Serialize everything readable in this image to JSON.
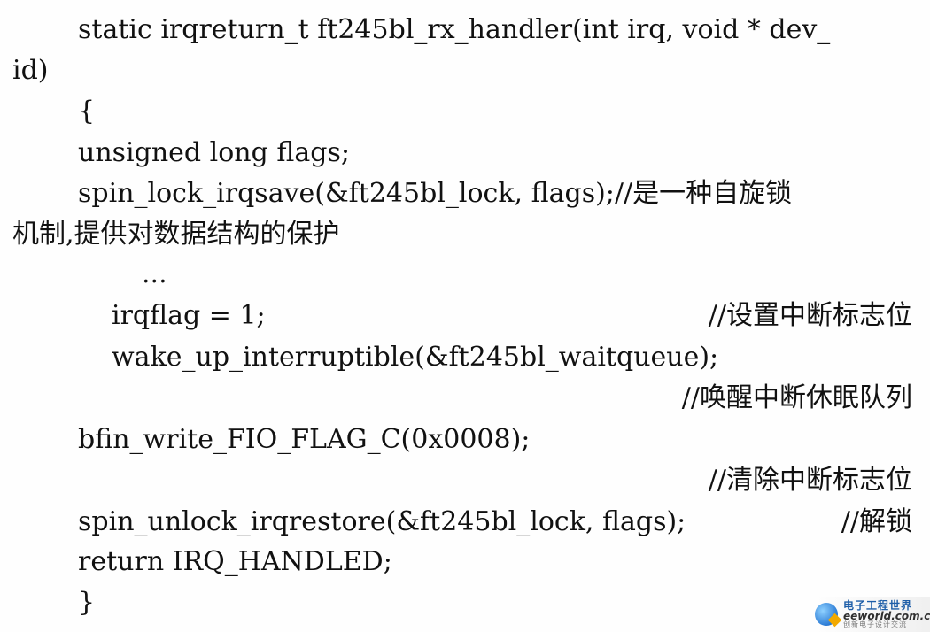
{
  "code_lines": [
    "static irqreturn_t ft245bl_rx_handler(int irq, void * dev_",
    "id)",
    "{",
    "unsigned long flags;",
    "spin_lock_irqsave(&ft245bl_lock, flags);//是一种自旋锁",
    "机制,提供对数据结构的保护",
    "...",
    "irqflag = 1;",
    "//设置中断标志位",
    "wake_up_interruptible(&ft245bl_waitqueue);",
    "//唤醒中断休眠队列",
    "bfin_write_FIO_FLAG_C(0x0008);",
    "//清除中断标志位",
    "spin_unlock_irqrestore(&ft245bl_lock, flags);",
    "//解锁",
    "return IRQ_HANDLED;",
    "}"
  ],
  "watermark": {
    "cn": "电子工程世界",
    "en": "eeworld.com.cn",
    "sub": "创新电子设计交流"
  }
}
